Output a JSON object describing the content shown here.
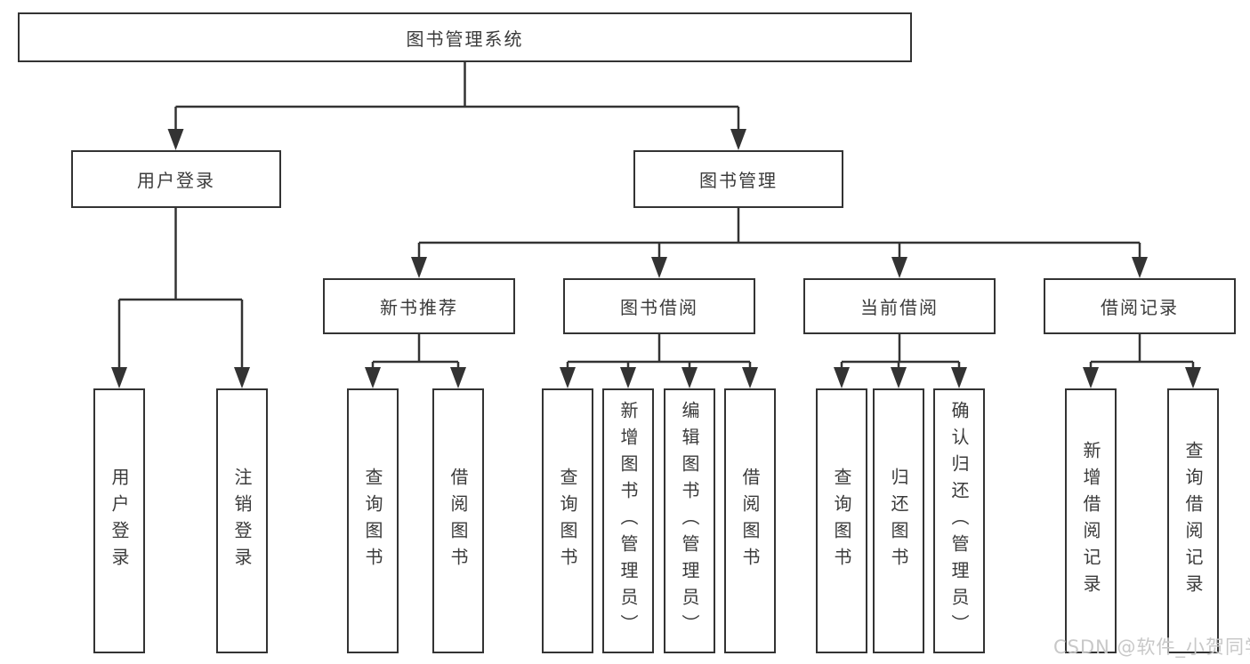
{
  "diagram": {
    "root": {
      "label": "图书管理系统"
    },
    "level1": [
      {
        "label": "用户登录"
      },
      {
        "label": "图书管理"
      }
    ],
    "level2": [
      {
        "label": "新书推荐"
      },
      {
        "label": "图书借阅"
      },
      {
        "label": "当前借阅"
      },
      {
        "label": "借阅记录"
      }
    ],
    "leaves": {
      "user_login": [
        "用户登录",
        "注销登录"
      ],
      "new_book_recommend": [
        "查询图书",
        "借阅图书"
      ],
      "book_borrow": [
        "查询图书",
        "新增图书（管理员）",
        "编辑图书（管理员）",
        "借阅图书"
      ],
      "current_borrow": [
        "查询图书",
        "归还图书",
        "确认归还（管理员）"
      ],
      "borrow_records": [
        "新增借阅记录",
        "查询借阅记录"
      ]
    }
  },
  "watermark": {
    "text": "CSDN @软件_小贺同学"
  },
  "colors": {
    "background": "#ffffff",
    "line": "#333333",
    "border": "#333333",
    "text": "#3b3b3b",
    "watermark": "#c8c8c8"
  }
}
